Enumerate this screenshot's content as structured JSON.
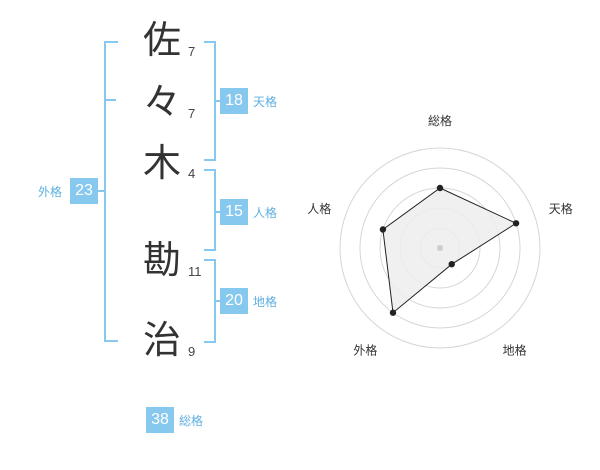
{
  "name": {
    "characters": [
      {
        "char": "佐",
        "strokes": "7"
      },
      {
        "char": "々",
        "strokes": "7"
      },
      {
        "char": "木",
        "strokes": "4"
      },
      {
        "char": "勘",
        "strokes": "11"
      },
      {
        "char": "治",
        "strokes": "9"
      }
    ]
  },
  "fortune": {
    "tenkaku": {
      "value": "18",
      "label": "天格"
    },
    "jinkaku": {
      "value": "15",
      "label": "人格"
    },
    "chikaku": {
      "value": "20",
      "label": "地格"
    },
    "gaikaku": {
      "value": "23",
      "label": "外格"
    },
    "soukaku": {
      "value": "38",
      "label": "総格"
    }
  },
  "colors": {
    "accent": "#87c8ee",
    "label_text": "#5fb0e0",
    "radar_fill": "#ededed",
    "radar_ring": "#d6d6d6",
    "radar_line": "#222222"
  },
  "chart_data": {
    "type": "radar",
    "axes": [
      "総格",
      "天格",
      "地格",
      "外格",
      "人格"
    ],
    "values": [
      3,
      4,
      1,
      4,
      3
    ],
    "max": 5,
    "rings": 5
  }
}
